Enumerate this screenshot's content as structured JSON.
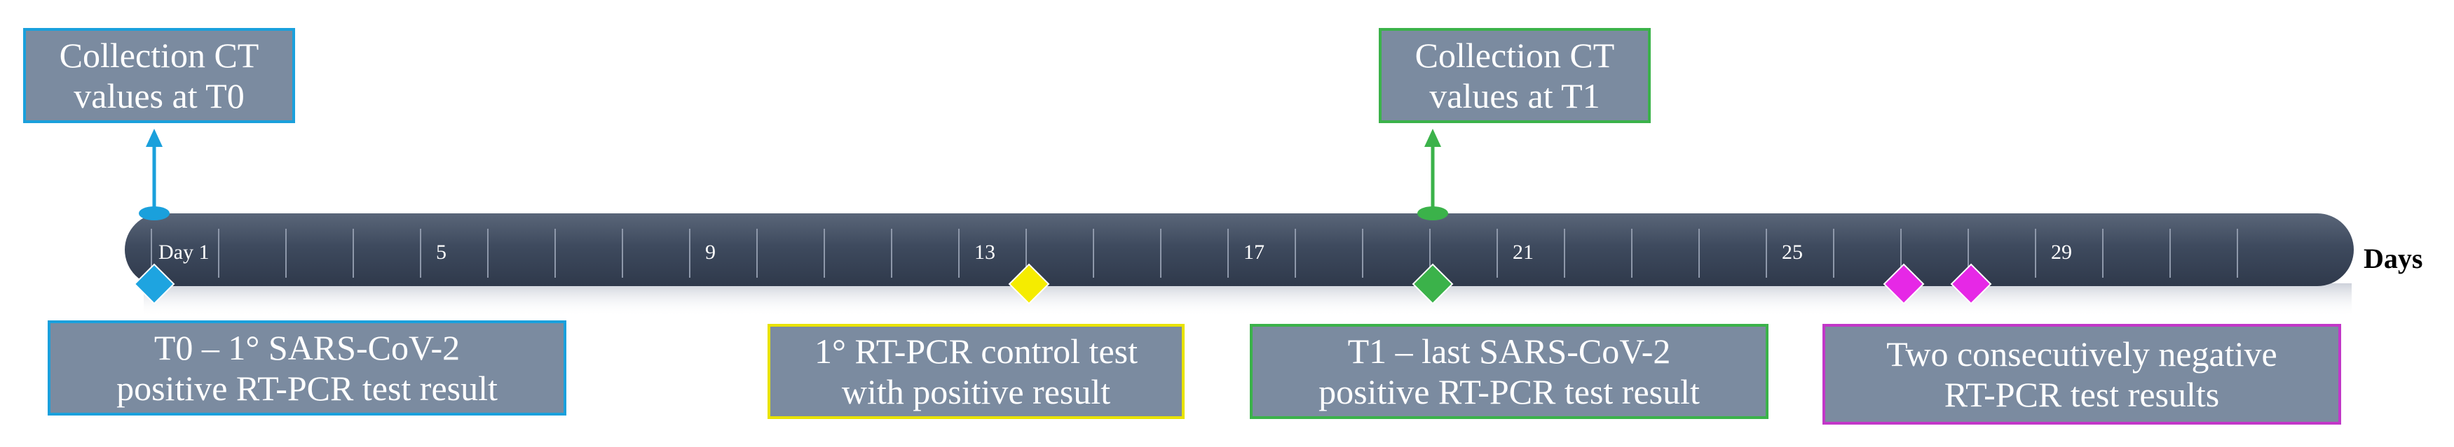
{
  "top_boxes": {
    "t0": {
      "line1": "Collection CT",
      "line2": "values at T0"
    },
    "t1": {
      "line1": "Collection CT",
      "line2": "values at T1"
    }
  },
  "bottom_boxes": {
    "t0": {
      "line1": "T0 – 1° SARS-CoV-2",
      "line2": "positive RT-PCR test result"
    },
    "control": {
      "line1": "1° RT-PCR control test",
      "line2": "with positive result"
    },
    "t1": {
      "line1": "T1 – last SARS-CoV-2",
      "line2": "positive RT-PCR test result"
    },
    "negative": {
      "line1": "Two consecutively negative",
      "line2": "RT-PCR test results"
    }
  },
  "axis": {
    "unit_label": "Days",
    "tick_labels": [
      {
        "day": 1,
        "text": "Day 1"
      },
      {
        "day": 5,
        "text": "5"
      },
      {
        "day": 9,
        "text": "9"
      },
      {
        "day": 13,
        "text": "13"
      },
      {
        "day": 17,
        "text": "17"
      },
      {
        "day": 21,
        "text": "21"
      },
      {
        "day": 25,
        "text": "25"
      },
      {
        "day": 29,
        "text": "29"
      }
    ],
    "day_min": 1,
    "day_max": 32
  },
  "markers": [
    {
      "id": "t0-test",
      "day": 1,
      "color": "#1ea4e0"
    },
    {
      "id": "control-test",
      "day": 14,
      "color": "#f5ec00"
    },
    {
      "id": "t1-test",
      "day": 20,
      "color": "#3bb24a"
    },
    {
      "id": "negative-test-1",
      "day": 27,
      "color": "#e628e6"
    },
    {
      "id": "negative-test-2",
      "day": 28,
      "color": "#e628e6"
    }
  ],
  "ct_collection": [
    {
      "id": "ct-t0",
      "day": 1,
      "color": "#1aa0dc"
    },
    {
      "id": "ct-t1",
      "day": 20,
      "color": "#3bb24a"
    }
  ],
  "colors": {
    "bar": "#3e4a5e",
    "box_fill": "#7b8ba0",
    "t0": "#1aa0dc",
    "t1": "#3bb24a",
    "control": "#e9e300",
    "negative": "#c237c8"
  }
}
